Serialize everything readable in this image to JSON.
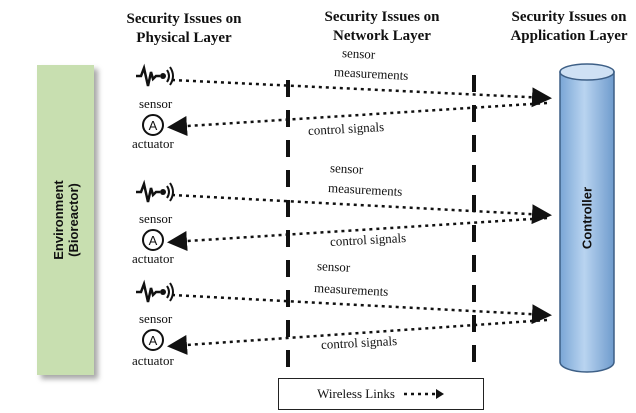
{
  "headers": [
    {
      "line1": "Security Issues on",
      "line2": "Physical Layer"
    },
    {
      "line1": "Security Issues on",
      "line2": "Network Layer"
    },
    {
      "line1": "Security Issues on",
      "line2": "Application Layer"
    }
  ],
  "environment": {
    "line1": "Environment",
    "line2": "(Bioreactor)"
  },
  "controller": "Controller",
  "groups": [
    {
      "sensor": "sensor",
      "actuator": "actuator",
      "actuator_symbol": "A",
      "measure_line1": "sensor",
      "measure_line2": "measurements",
      "control": "control signals"
    },
    {
      "sensor": "sensor",
      "actuator": "actuator",
      "actuator_symbol": "A",
      "measure_line1": "sensor",
      "measure_line2": "measurements",
      "control": "control signals"
    },
    {
      "sensor": "sensor",
      "actuator": "actuator",
      "actuator_symbol": "A",
      "measure_line1": "sensor",
      "measure_line2": "measurements",
      "control": "control signals"
    }
  ],
  "legend": {
    "label": "Wireless Links"
  },
  "colors": {
    "environment": "#c8dfb0",
    "controller": "#9ec1e6",
    "line": "#111111"
  }
}
